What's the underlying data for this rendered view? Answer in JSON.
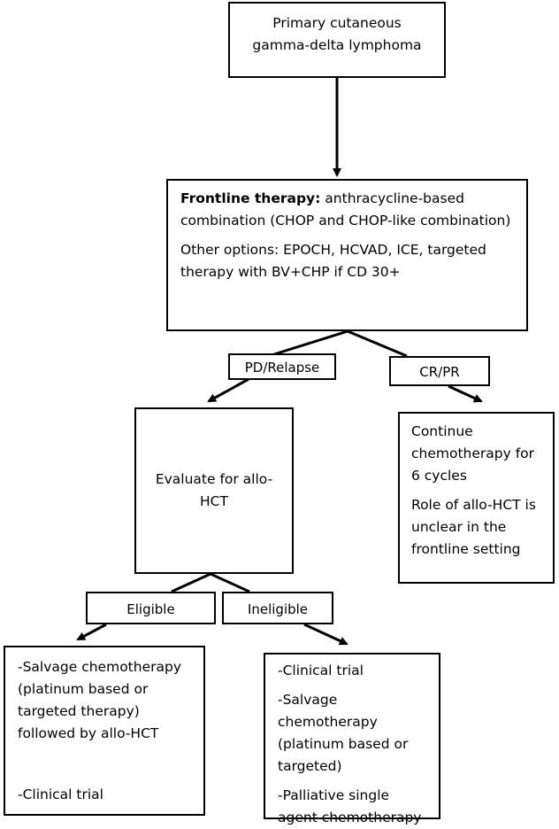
{
  "nodes": {
    "root": {
      "text": "Primary cutaneous gamma-delta lymphoma"
    },
    "frontline": {
      "bold": "Frontline therapy:",
      "text": " anthracycline-based combination (CHOP and CHOP-like combination)",
      "other": "Other options: EPOCH, HCVAD, ICE, targeted therapy with BV+CHP if CD 30+"
    },
    "evaluate": {
      "text": "Evaluate for allo-HCT"
    },
    "continue": {
      "line1": "Continue chemotherapy for 6 cycles",
      "line2": "Role of allo-HCT is unclear in the frontline setting"
    },
    "eligible_tx": {
      "line1": "-Salvage chemotherapy (platinum based or targeted therapy) followed by allo-HCT",
      "line2": "-Clinical trial"
    },
    "ineligible_tx": {
      "line1": "-Clinical trial",
      "line2": "-Salvage chemotherapy (platinum based or targeted)",
      "line3": "-Palliative single agent chemotherapy"
    }
  },
  "labels": {
    "pd_relapse": "PD/Relapse",
    "cr_pr": "CR/PR",
    "eligible": "Eligible",
    "ineligible": "Ineligible"
  }
}
